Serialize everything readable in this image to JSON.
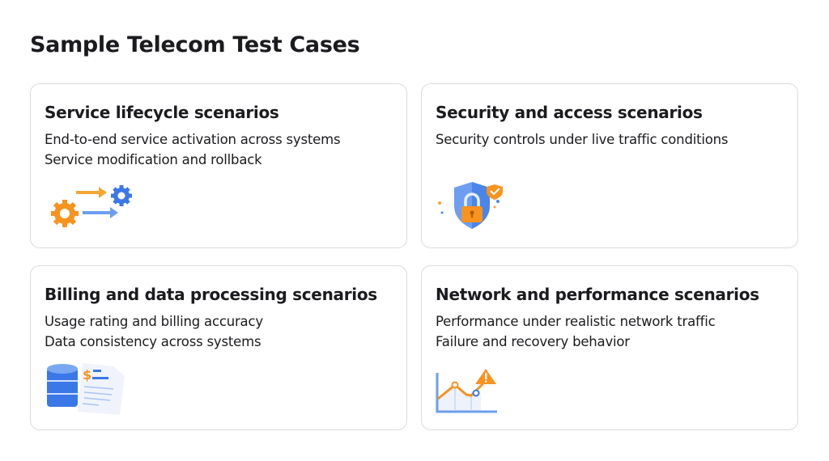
{
  "title": "Sample Telecom Test Cases",
  "cards": [
    {
      "title": "Service lifecycle scenarios",
      "items": [
        "End-to-end service activation across systems",
        "Service modification and rollback"
      ],
      "icon": "gears-arrows-icon"
    },
    {
      "title": "Security and access scenarios",
      "items": [
        "Security controls under live traffic conditions"
      ],
      "icon": "shield-lock-icon"
    },
    {
      "title": "Billing and data processing scenarios",
      "items": [
        "Usage rating and billing accuracy",
        "Data consistency across systems"
      ],
      "icon": "database-invoice-icon"
    },
    {
      "title": "Network and performance scenarios",
      "items": [
        "Performance under realistic network traffic",
        "Failure and recovery behavior"
      ],
      "icon": "chart-warning-icon"
    }
  ],
  "colors": {
    "orange": "#f7931e",
    "blue": "#4a86e8",
    "border": "#dcdcdf"
  }
}
